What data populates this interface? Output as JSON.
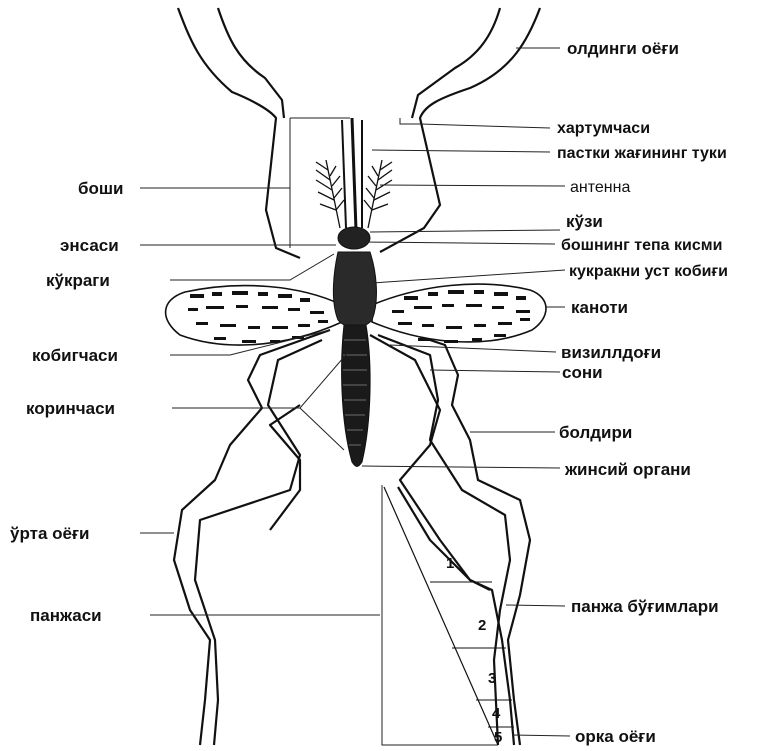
{
  "labels": {
    "foreleg": "олдинги оёғи",
    "proboscis": "хартумчаси",
    "palp": "пастки жағининг туки",
    "antenna": "антенна",
    "eye": "кўзи",
    "head_top": "бошнинг тепа кисми",
    "thorax_cover": "кукракни уст кобиғи",
    "wing": "каноти",
    "haltere": "визиллдоғи",
    "femur": "сони",
    "tibia": "болдири",
    "genital": "жинсий органи",
    "tarsal_segments": "панжа бўғимлари",
    "hind_leg": "орка оёғи",
    "head": "боши",
    "clypeus": "энсаси",
    "thorax": "кўкраги",
    "coxa": "кобигчаси",
    "trochanter": "коринчаси",
    "midleg": "ўрта оёғи",
    "tarsus": "панжаси"
  },
  "tarsal_numbers": [
    "1",
    "2",
    "3",
    "4",
    "5"
  ]
}
